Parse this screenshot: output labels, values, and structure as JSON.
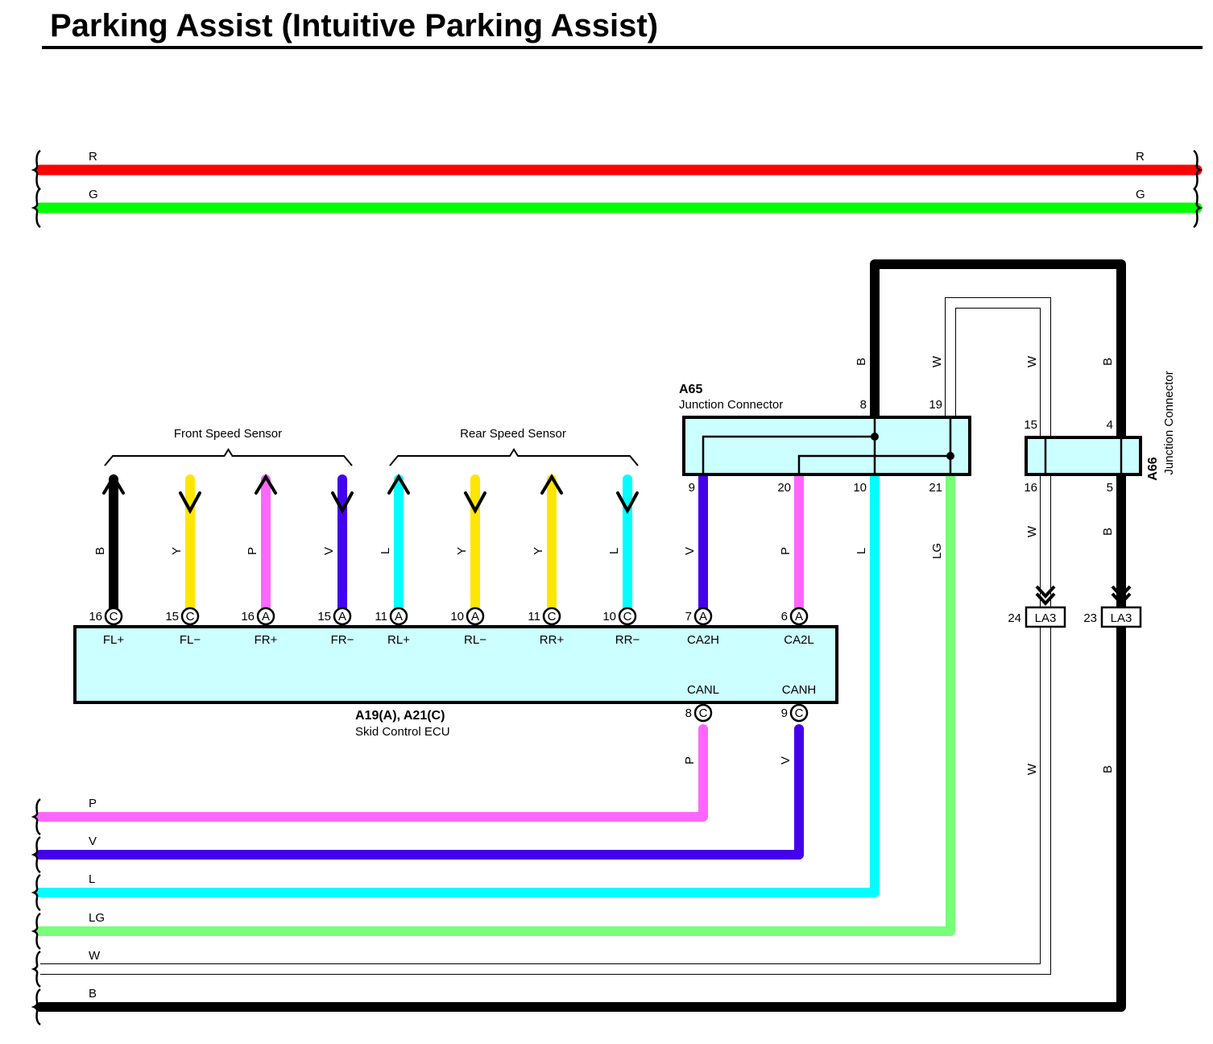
{
  "title": "Parking Assist (Intuitive Parking Assist)",
  "colors": {
    "R": "#ff0000",
    "G": "#00ff00",
    "B": "#000000",
    "Y": "#ffe600",
    "P": "#ff66ff",
    "V": "#4400ee",
    "L": "#00ffff",
    "LG": "#77ff77",
    "W": "#ffffff",
    "box_fill": "#ccffff"
  },
  "top_wires": [
    {
      "code": "R"
    },
    {
      "code": "G"
    }
  ],
  "bottom_wires": [
    {
      "code": "P"
    },
    {
      "code": "V"
    },
    {
      "code": "L"
    },
    {
      "code": "LG"
    },
    {
      "code": "W"
    },
    {
      "code": "B"
    }
  ],
  "front_sensor_label": "Front Speed Sensor",
  "rear_sensor_label": "Rear Speed Sensor",
  "ecu": {
    "code": "A19(A), A21(C)",
    "name": "Skid Control ECU",
    "top_pins": [
      {
        "pin": "16",
        "conn": "C",
        "signal": "FL+",
        "wire": "B"
      },
      {
        "pin": "15",
        "conn": "C",
        "signal": "FL−",
        "wire": "Y"
      },
      {
        "pin": "16",
        "conn": "A",
        "signal": "FR+",
        "wire": "P"
      },
      {
        "pin": "15",
        "conn": "A",
        "signal": "FR−",
        "wire": "V"
      },
      {
        "pin": "11",
        "conn": "A",
        "signal": "RL+",
        "wire": "L"
      },
      {
        "pin": "10",
        "conn": "A",
        "signal": "RL−",
        "wire": "Y"
      },
      {
        "pin": "11",
        "conn": "C",
        "signal": "RR+",
        "wire": "Y"
      },
      {
        "pin": "10",
        "conn": "C",
        "signal": "RR−",
        "wire": "L"
      },
      {
        "pin": "7",
        "conn": "A",
        "signal": "CA2H",
        "wire": "V"
      },
      {
        "pin": "6",
        "conn": "A",
        "signal": "CA2L",
        "wire": "P"
      }
    ],
    "bottom_pins": [
      {
        "pin": "8",
        "conn": "C",
        "signal": "CANL",
        "wire": "P"
      },
      {
        "pin": "9",
        "conn": "C",
        "signal": "CANH",
        "wire": "V"
      }
    ]
  },
  "a65": {
    "code": "A65",
    "name": "Junction Connector",
    "top_pins": [
      {
        "pin": "8",
        "wire": "B"
      },
      {
        "pin": "19",
        "wire": "W"
      }
    ],
    "bottom_pins": [
      {
        "pin": "9"
      },
      {
        "pin": "20"
      },
      {
        "pin": "10"
      },
      {
        "pin": "21"
      }
    ],
    "bottom_wires": [
      "L",
      "LG"
    ]
  },
  "a66": {
    "code": "A66",
    "name": "Junction Connector",
    "top_pins": [
      {
        "pin": "15",
        "wire": "W"
      },
      {
        "pin": "4",
        "wire": "B"
      }
    ],
    "bottom_pins": [
      {
        "pin": "16",
        "wire": "W"
      },
      {
        "pin": "5",
        "wire": "B"
      }
    ]
  },
  "la3": [
    {
      "pin": "24",
      "label": "LA3",
      "wire": "W"
    },
    {
      "pin": "23",
      "label": "LA3",
      "wire": "B"
    }
  ]
}
